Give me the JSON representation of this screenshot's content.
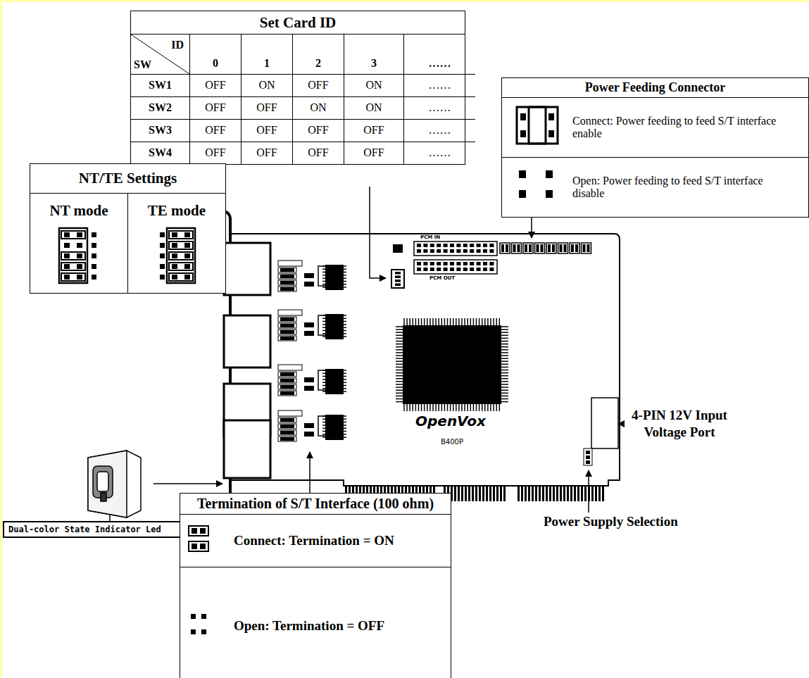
{
  "diagram": {
    "nodes": [
      {
        "text": [
          "Set Card ID",
          "ID",
          "SW",
          "0",
          "1",
          "2",
          "3",
          "……",
          "SW1",
          "OFF",
          "ON",
          "OFF",
          "ON",
          "……",
          "SW2",
          "OFF",
          "OFF",
          "ON",
          "ON",
          "……",
          "SW3",
          "OFF",
          "OFF",
          "OFF",
          "OFF",
          "……",
          "SW4",
          "OFF",
          "OFF",
          "OFF",
          "OFF",
          "……"
        ]
      },
      {
        "text": [
          "Power Feeding Connector",
          "Connect: Power feeding to feed S/T interface enable",
          "Open: Power feeding to feed S/T interface disable"
        ]
      },
      {
        "text": [
          "NT/TE Settings",
          "NT mode",
          "TE mode"
        ]
      },
      {
        "text": [
          "Dual-color State Indicator Led"
        ]
      },
      {
        "text": [
          "Termination of S/T Interface (100 ohm)",
          "Connect: Termination = ON",
          "Open: Termination = OFF"
        ]
      }
    ],
    "labels": [
      "PCM IN",
      "PCM OUT",
      "OpenVox",
      "B400P",
      "4-PIN 12V Input Voltage Port",
      "Power Supply Selection"
    ]
  }
}
